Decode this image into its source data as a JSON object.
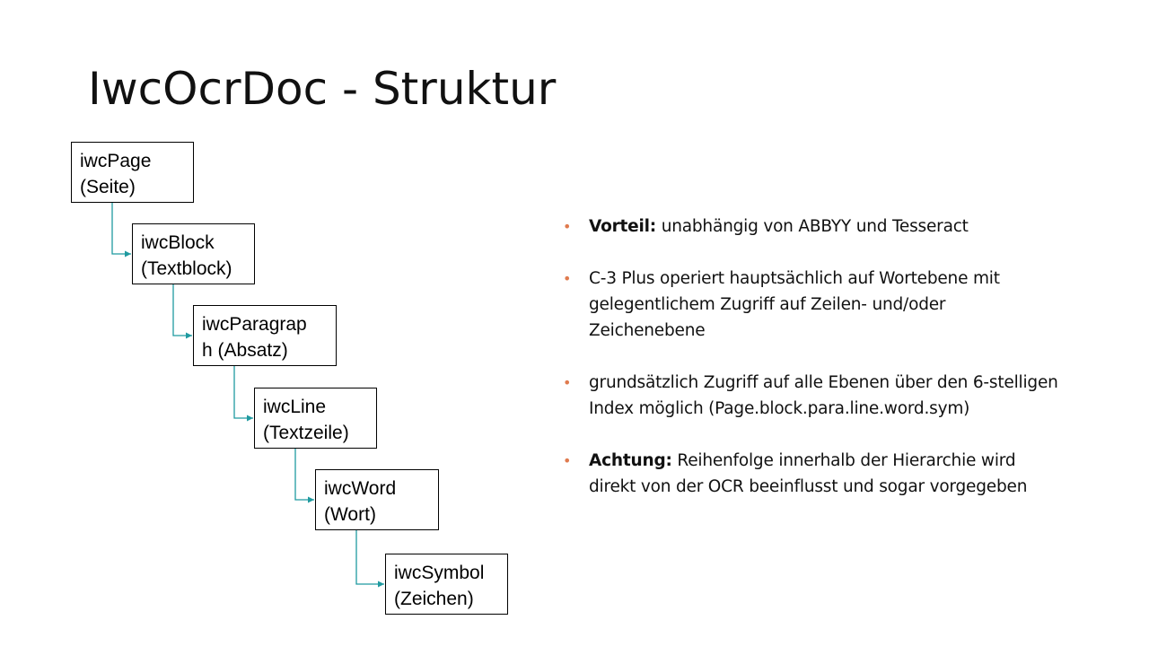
{
  "title": "IwcOcrDoc - Struktur",
  "diagram": {
    "nodes": [
      {
        "id": "page",
        "label": "iwcPage\n(Seite)"
      },
      {
        "id": "block",
        "label": "iwcBlock\n(Textblock)"
      },
      {
        "id": "paragraph",
        "label": "iwcParagrap\nh (Absatz)"
      },
      {
        "id": "line",
        "label": "iwcLine\n(Textzeile)"
      },
      {
        "id": "word",
        "label": "iwcWord\n(Wort)"
      },
      {
        "id": "symbol",
        "label": "iwcSymbol\n(Zeichen)"
      }
    ],
    "edges": [
      {
        "from": "page",
        "to": "block"
      },
      {
        "from": "block",
        "to": "paragraph"
      },
      {
        "from": "paragraph",
        "to": "line"
      },
      {
        "from": "line",
        "to": "word"
      },
      {
        "from": "word",
        "to": "symbol"
      }
    ],
    "connector_color": "#1f9aa0"
  },
  "bullets": [
    {
      "bold": "Vorteil:",
      "text": " unabhängig von ABBYY und Tesseract"
    },
    {
      "bold": "",
      "text": "C-3 Plus operiert hauptsächlich auf Wortebene mit gelegentlichem Zugriff auf Zeilen- und/oder Zeichenebene"
    },
    {
      "bold": "",
      "text": "grundsätzlich Zugriff auf alle Ebenen über den 6-stelligen Index möglich (Page.block.para.line.word.sym)"
    },
    {
      "bold": "Achtung:",
      "text": " Reihenfolge innerhalb der Hierarchie wird direkt von der OCR beeinflusst und sogar vorgegeben"
    }
  ],
  "bullet_color": "#e07b4f"
}
